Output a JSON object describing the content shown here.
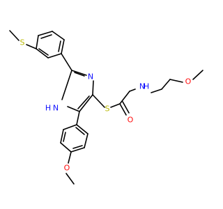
{
  "molecule": {
    "atoms": [
      {
        "id": "CH3a",
        "text": "",
        "color": "#000000"
      },
      {
        "id": "S1",
        "text": "S",
        "color": "#B8B800"
      },
      {
        "id": "S2",
        "text": "S",
        "color": "#B8B800"
      },
      {
        "id": "N1",
        "text": "N",
        "color": "#1010FF"
      },
      {
        "id": "N2",
        "text": "H",
        "color": "#1010FF"
      },
      {
        "id": "N2b",
        "text": "N",
        "color": "#1010FF"
      },
      {
        "id": "N3",
        "text": "N",
        "color": "#1010FF"
      },
      {
        "id": "H3",
        "text": "H",
        "color": "#1010FF"
      },
      {
        "id": "O1",
        "text": "O",
        "color": "#FF0D0D"
      },
      {
        "id": "O2",
        "text": "O",
        "color": "#FF0D0D"
      },
      {
        "id": "O3",
        "text": "O",
        "color": "#FF0D0D"
      }
    ]
  },
  "colors": {
    "bond": "#000000",
    "sulfur": "#B8B800",
    "nitrogen": "#1010FF",
    "oxygen": "#FF0D0D"
  }
}
